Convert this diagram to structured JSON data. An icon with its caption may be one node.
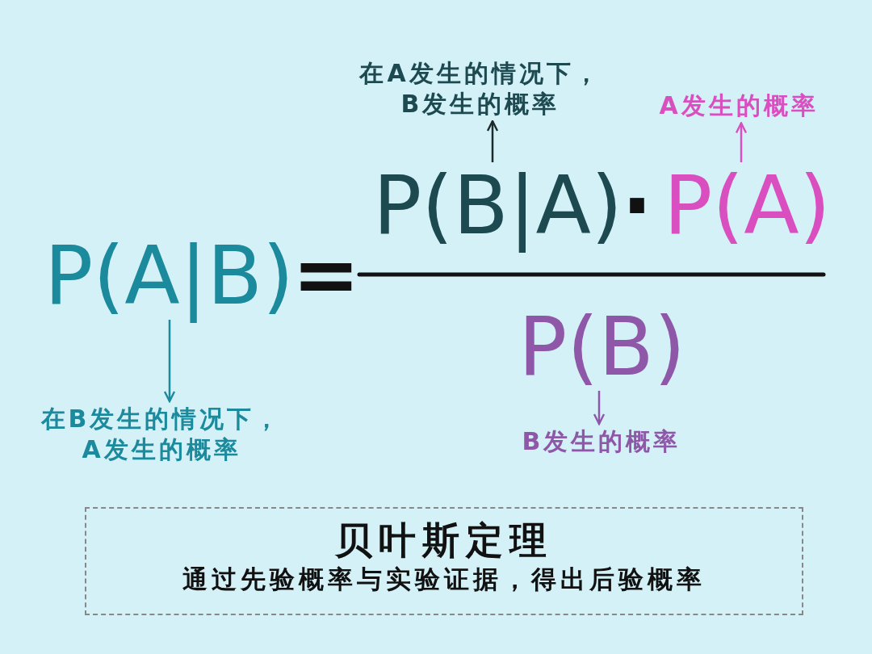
{
  "diagram": {
    "nodes": [
      {
        "text": [
          "P(A|B)"
        ]
      },
      {
        "text": [
          "在B发生的情况下，A发生的概率"
        ]
      },
      {
        "text": [
          "P(B|A)"
        ]
      },
      {
        "text": [
          "在A发生的情况下，B发生的概率"
        ]
      },
      {
        "text": [
          "P(A)"
        ]
      },
      {
        "text": [
          "A发生的概率"
        ]
      },
      {
        "text": [
          "P(B)"
        ]
      },
      {
        "text": [
          "B发生的概率"
        ]
      },
      {
        "text": [
          "贝叶斯定理",
          "通过先验概率与实验证据，得出后验概率"
        ]
      }
    ],
    "edges": [
      {
        "from": 0,
        "to": 1,
        "arrow": "to",
        "color": "#1a8a9c"
      },
      {
        "from": 2,
        "to": 3,
        "arrow": "to",
        "color": "#1d2a2c"
      },
      {
        "from": 4,
        "to": 5,
        "arrow": "to",
        "color": "#d94fc0"
      },
      {
        "from": 6,
        "to": 7,
        "arrow": "to",
        "color": "#8e57a8"
      }
    ],
    "labels": [
      "=",
      "·"
    ]
  }
}
